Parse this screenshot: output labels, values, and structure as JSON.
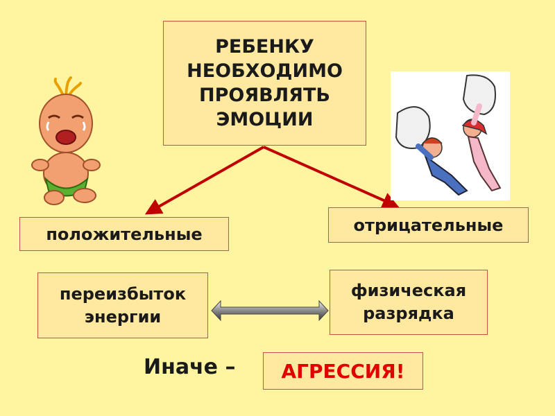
{
  "title": "РЕБЕНКУ\nНЕОБХОДИМО\nПРОЯВЛЯТЬ\nЭМОЦИИ",
  "title_lines": [
    "РЕБЕНКУ",
    "НЕОБХОДИМО",
    "ПРОЯВЛЯТЬ",
    "ЭМОЦИИ"
  ],
  "left_branch": {
    "label": "положительные",
    "cause_lines": [
      "переизбыток",
      "энергии"
    ]
  },
  "right_branch": {
    "label": "отрицательные",
    "cause_lines": [
      "физическая",
      "разрядка"
    ]
  },
  "conclusion": {
    "prefix": "Иначе –",
    "result": "АГРЕССИЯ!"
  },
  "colors": {
    "background": "#fff5a0",
    "box_fill": "#ffe8a0",
    "box_border": "#c8504c",
    "arrow": "#c00000",
    "result_text": "#e00000"
  },
  "illustrations": {
    "left": "crying-baby-illustration",
    "right": "kids-pillow-fight-illustration"
  }
}
